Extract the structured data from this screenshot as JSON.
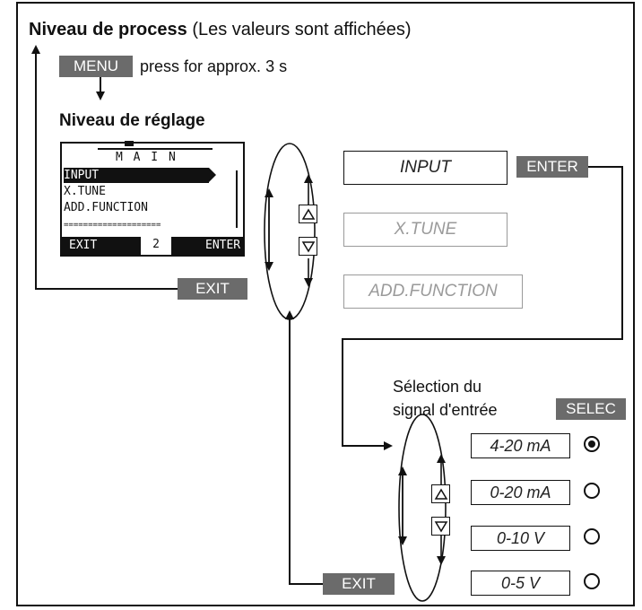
{
  "title": {
    "bold": "Niveau de process",
    "rest": "(Les valeurs sont affichées)"
  },
  "menu_key": "MENU",
  "menu_hint": "press for approx. 3 s",
  "settings_level": "Niveau de réglage",
  "lcd": {
    "header": "M A I N",
    "items": [
      "INPUT",
      "X.TUNE",
      "ADD.FUNCTION"
    ],
    "separator": "====================",
    "softkeys": {
      "left": "EXIT",
      "middle": "2",
      "right": "ENTER"
    }
  },
  "exit_key": "EXIT",
  "menu_items": [
    {
      "label": "INPUT",
      "active": true
    },
    {
      "label": "X.TUNE",
      "active": false
    },
    {
      "label": "ADD.FUNCTION",
      "active": false
    }
  ],
  "enter_key": "ENTER",
  "selection_label": [
    "Sélection du",
    "signal d'entrée"
  ],
  "selec_key": "SELEC",
  "signal_options": [
    {
      "label": "4-20 mA",
      "selected": true
    },
    {
      "label": "0-20 mA",
      "selected": false
    },
    {
      "label": "0-10 V",
      "selected": false
    },
    {
      "label": "0-5 V",
      "selected": false
    }
  ],
  "exit_key_bottom": "EXIT",
  "icons": [
    "arrow-up-button-icon",
    "arrow-down-button-icon",
    "list-icon",
    "radio-icon"
  ]
}
